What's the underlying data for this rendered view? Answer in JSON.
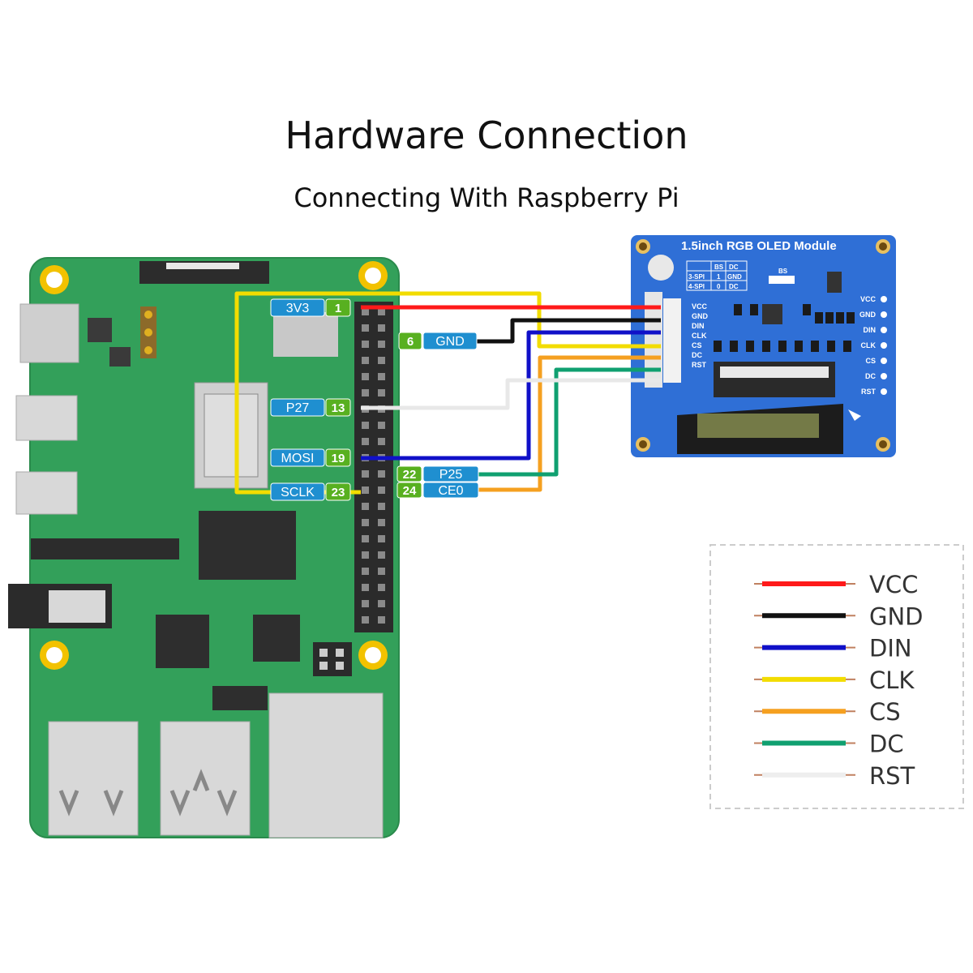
{
  "header": {
    "title": "Hardware Connection",
    "subtitle": "Connecting With Raspberry Pi"
  },
  "pi_pins_left": [
    {
      "label": "3V3",
      "num": "1"
    },
    {
      "label": "P27",
      "num": "13"
    },
    {
      "label": "MOSI",
      "num": "19"
    },
    {
      "label": "SCLK",
      "num": "23"
    }
  ],
  "pi_pins_right": [
    {
      "num": "6",
      "label": "GND"
    },
    {
      "num": "22",
      "label": "P25"
    },
    {
      "num": "24",
      "label": "CE0"
    }
  ],
  "oled": {
    "title": "1.5inch RGB OLED Module",
    "connector_pins": [
      "VCC",
      "GND",
      "DIN",
      "CLK",
      "CS",
      "DC",
      "RST"
    ],
    "side_pins": [
      "VCC",
      "GND",
      "DIN",
      "CLK",
      "CS",
      "DC",
      "RST"
    ],
    "bs_table": {
      "headers": [
        "BS",
        "DC"
      ],
      "rows": [
        [
          "3-SPI",
          "1",
          "GND"
        ],
        [
          "4-SPI",
          "0",
          "DC"
        ]
      ]
    },
    "bs_label": "BS"
  },
  "legend": [
    {
      "label": "VCC",
      "color": "#ff1a1a"
    },
    {
      "label": "GND",
      "color": "#111111"
    },
    {
      "label": "DIN",
      "color": "#1010c8"
    },
    {
      "label": "CLK",
      "color": "#f2dc00"
    },
    {
      "label": "CS",
      "color": "#f5a020"
    },
    {
      "label": "DC",
      "color": "#10a070"
    },
    {
      "label": "RST",
      "color": "#eeeeee"
    }
  ],
  "colors": {
    "board_green": "#33a05a",
    "pin_label_blue": "#1f8fd0",
    "pin_num_green": "#58b020",
    "oled_blue": "#2f6fd6"
  }
}
